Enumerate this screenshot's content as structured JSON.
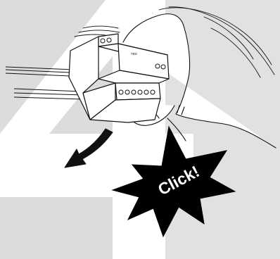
{
  "step_number": "4",
  "device_label": "TBS",
  "callout_text": "Click!",
  "icons": {
    "arrow": "curved-arrow-icon",
    "burst": "starburst-icon"
  },
  "colors": {
    "background": "#dcdcdc",
    "step_numeral": "#ffffff",
    "line_art": "#111111",
    "burst_fill": "#000000",
    "burst_text": "#ffffff"
  }
}
